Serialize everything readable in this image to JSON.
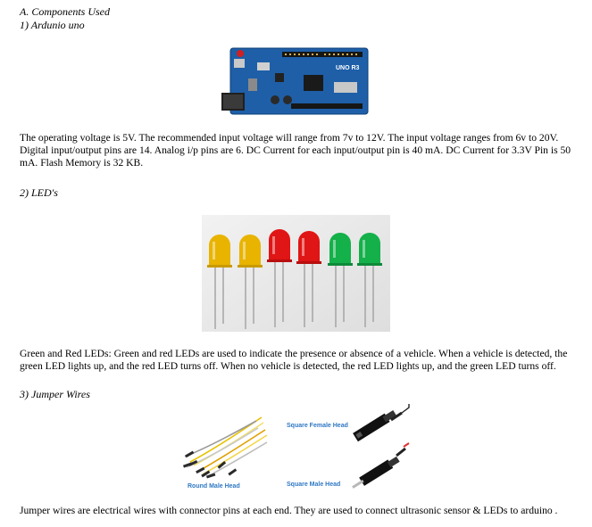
{
  "section": {
    "heading": "A.   Components Used"
  },
  "items": [
    {
      "heading": "1)   Ardunio  uno",
      "board_marking": "UNO R3",
      "paragraph": "The operating voltage is 5V. The recommended input voltage will range from 7v to 12V. The input voltage ranges from 6v to 20V. Digital input/output pins are 14. Analog i/p pins are 6. DC Current for each input/output pin is 40 mA. DC Current for 3.3V Pin is 50 mA. Flash Memory is 32 KB."
    },
    {
      "heading": "2)   LED's",
      "paragraph": "Green and Red LEDs: Green and red LEDs are used to indicate the presence or absence of a vehicle. When a vehicle is detected, the green LED lights up, and the red LED turns off. When no vehicle is detected, the red LED lights up, and the green LED turns off."
    },
    {
      "heading": "3)   Jumper Wires",
      "labels": {
        "female": "Square Female Head",
        "round_male": "Round Male Head",
        "square_male": "Square Male Head"
      },
      "paragraph": "Jumper wires are electrical wires with connector pins at each end. They are used to connect ultrasonic sensor & LEDs to arduino ."
    }
  ],
  "colors": {
    "board": "#1e5fa8",
    "led_yellow": "#e8b400",
    "led_red": "#e01515",
    "led_green": "#14b04a",
    "label_blue": "#2f78c4"
  }
}
